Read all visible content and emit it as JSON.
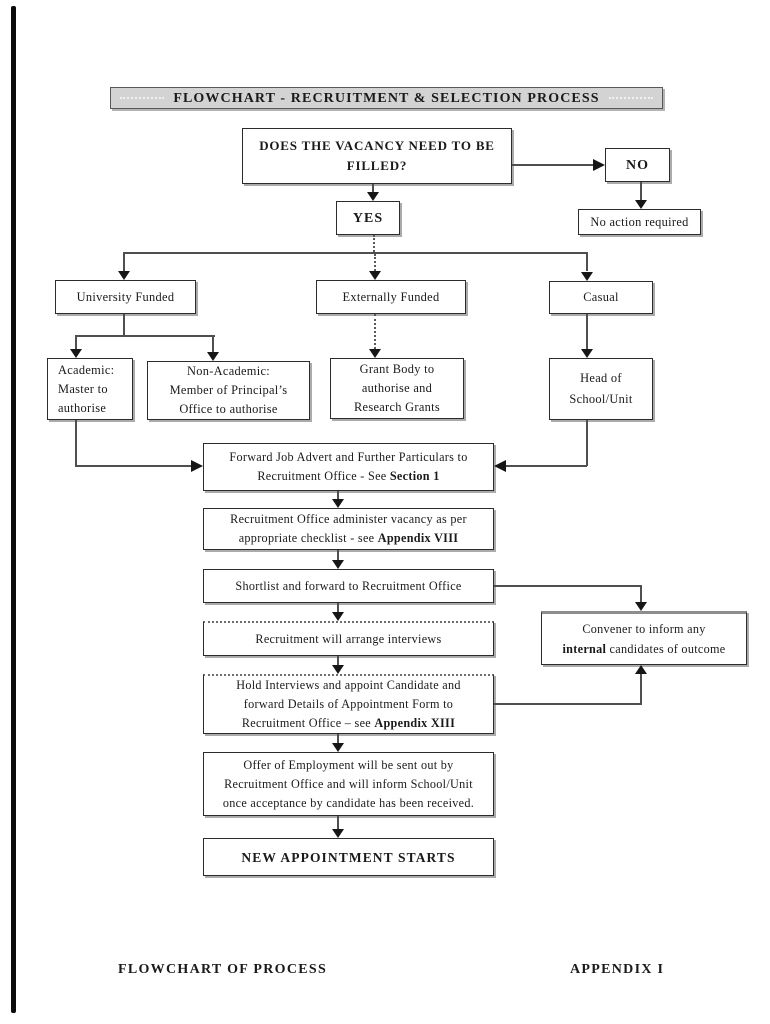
{
  "title": {
    "text": "FLOWCHART -  RECRUITMENT & SELECTION PROCESS"
  },
  "decision": {
    "line1": "DOES THE VACANCY NEED TO BE",
    "line2": "FILLED?"
  },
  "answers": {
    "no": "NO",
    "yes": "YES",
    "no_action": "No action required"
  },
  "funding": {
    "university": "University Funded",
    "external": "Externally Funded",
    "casual": "Casual"
  },
  "authorise": {
    "academic": [
      "Academic:",
      "Master to",
      "authorise"
    ],
    "non_academic": [
      "Non-Academic:",
      "Member of Principal’s",
      "Office to authorise"
    ],
    "grant": [
      "Grant Body to",
      "authorise and",
      "Research Grants"
    ],
    "head": [
      "Head of",
      "School/Unit"
    ]
  },
  "process": {
    "forward": {
      "line1": "Forward Job Advert and Further Particulars to",
      "line2_pre": "Recruitment Office - See ",
      "line2_bold": "Section 1"
    },
    "admin": {
      "line1": "Recruitment Office administer vacancy as per",
      "line2_pre": "appropriate checklist - see ",
      "line2_bold": "Appendix VIII"
    },
    "shortlist": "Shortlist and forward to Recruitment Office",
    "interviews": "Recruitment will arrange interviews",
    "convener": {
      "line1": "Convener to inform any",
      "line2_bold": "internal",
      "line2_post": " candidates of outcome"
    },
    "hold": {
      "line1": "Hold Interviews and appoint Candidate and",
      "line2": "forward Details of Appointment Form to",
      "line3_pre": "Recruitment Office – see ",
      "line3_bold": "Appendix XIII"
    },
    "offer": {
      "line1": "Offer of Employment will be sent out by",
      "line2": "Recruitment Office and will inform School/Unit",
      "line3": "once acceptance by candidate has been received."
    },
    "new_appointment": "NEW APPOINTMENT STARTS"
  },
  "footer": {
    "left": "FLOWCHART OF PROCESS",
    "right": "APPENDIX I"
  },
  "colors": {
    "paper": "#ffffff",
    "ink": "#1a1a1a",
    "connector": "#4f4f4f",
    "banner_bg": "#d3d3d3",
    "box_shadow": "#ababab"
  }
}
